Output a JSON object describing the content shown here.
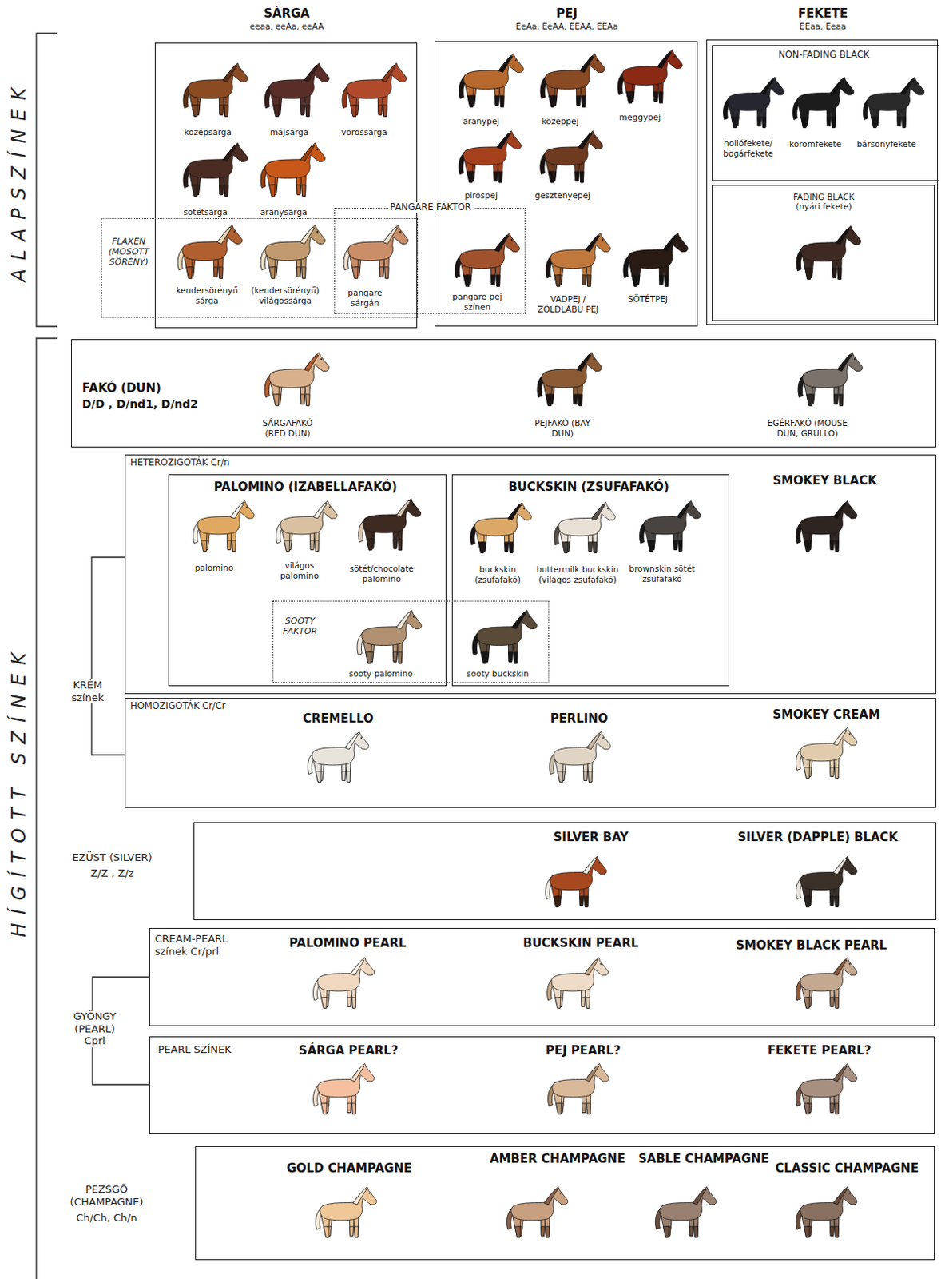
{
  "diagram": {
    "nodes": [
      {
        "text": [
          "SÁRGA",
          "eeaa, eeAa, eeAA"
        ]
      },
      {
        "text": [
          "PEJ",
          "EeAa, EeAA, EEAA, EEAa"
        ]
      },
      {
        "text": [
          "FEKETE",
          "EEaa, Eeaa"
        ]
      },
      {
        "text": [
          "NON-FADING BLACK"
        ],
        "in": 2
      },
      {
        "text": [
          "FADING BLACK (nyári fekete)"
        ],
        "in": 2
      },
      {
        "text": [
          "FLAXEN (MOSOTT SÖRÉNY)"
        ]
      },
      {
        "text": [
          "PANGARE FAKTOR"
        ]
      },
      {
        "text": [
          "FAKÓ (DUN)",
          "D/D , D/nd1, D/nd2"
        ]
      },
      {
        "text": [
          "HETEROZIGOTÁK Cr/n"
        ]
      },
      {
        "text": [
          "PALOMINO (IZABELLAFAKÓ)"
        ],
        "in": 8
      },
      {
        "text": [
          "BUCKSKIN (ZSUFAFAKÓ)"
        ],
        "in": 8
      },
      {
        "text": [
          "SOOTY FAKTOR"
        ],
        "in": 8
      },
      {
        "text": [
          "HOMOZIGOTÁK Cr/Cr"
        ]
      },
      {
        "text": [
          "EZÜST (SILVER)",
          "Z/Z , Z/z"
        ]
      },
      {
        "text": [
          "CREAM-PEARL színek Cr/prl"
        ]
      },
      {
        "text": [
          "PEARL SZÍNEK"
        ]
      },
      {
        "text": [
          "PEZSGŐ (CHAMPAGNE)",
          "Ch/Ch, Ch/n"
        ]
      }
    ],
    "labels": [
      "ALAPSZÍNEK",
      "középsárga",
      "májsárga",
      "vörössárga",
      "sötétsárga",
      "aranysárga",
      "kendersörényű sárga",
      "(kendersörényű) világossárga",
      "pangare sárgán",
      "aranypej",
      "középpej",
      "meggypej",
      "pirospej",
      "gesztenyepej",
      "pangare pej színen",
      "VADPEJ / ZÖLDLÁBÚ PEJ",
      "SÖTÉTPEJ",
      "hollófekete/ bogárfekete",
      "koromfekete",
      "bársonyfekete",
      "HÍGÍTOTT SZÍNEK",
      "SÁRGAFAKÓ (RED DUN)",
      "PEJFAKÓ (BAY DUN)",
      "EGÉRFAKÓ (MOUSE DUN, GRULLO)",
      "KRÉM színek",
      "SMOKEY BLACK",
      "palomino",
      "világos palomino",
      "sötét/chocolate palomino",
      "sooty palomino",
      "buckskin (zsufafakó)",
      "buttermilk buckskin (világos zsufafakó)",
      "brownskin sötét zsufafakó",
      "sooty buckskin",
      "CREMELLO",
      "PERLINO",
      "SMOKEY CREAM",
      "SILVER BAY",
      "SILVER (DAPPLE) BLACK",
      "GYÖNGY (PEARL) Cprl",
      "PALOMINO PEARL",
      "BUCKSKIN PEARL",
      "SMOKEY BLACK PEARL",
      "SÁRGA PEARL?",
      "PEJ PEARL?",
      "FEKETE PEARL?",
      "GOLD CHAMPAGNE",
      "AMBER CHAMPAGNE",
      "SABLE CHAMPAGNE",
      "CLASSIC CHAMPAGNE"
    ]
  }
}
